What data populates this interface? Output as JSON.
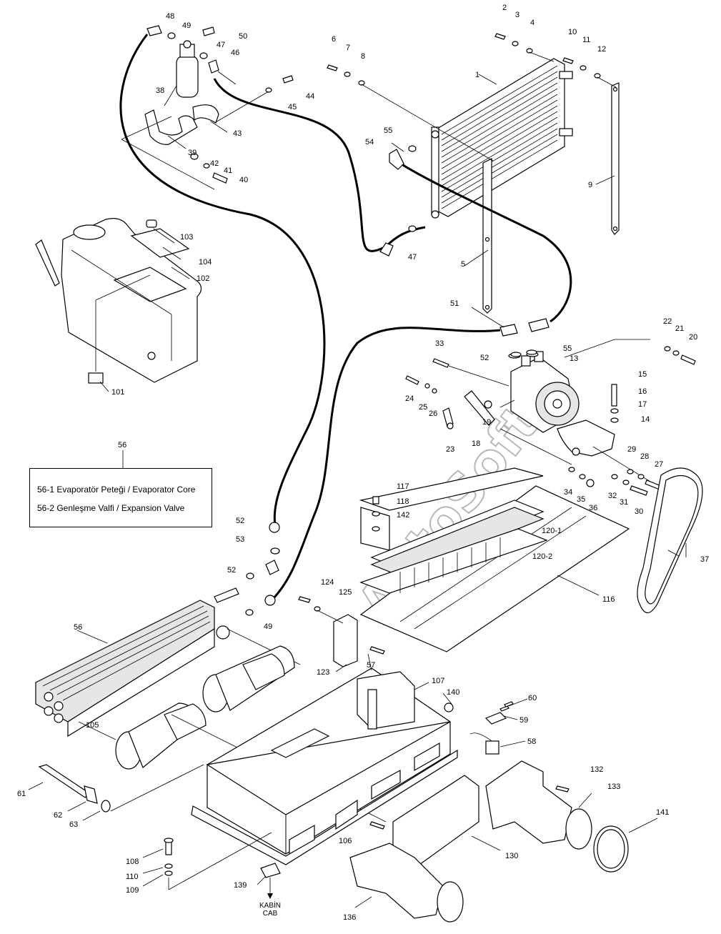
{
  "watermark": "AutoSoft",
  "legend": {
    "title_number": "56",
    "lines": [
      "56-1 Evaporatör Peteği / Evaporator Core",
      "56-2 Genleşme Valfi / Expansion Valve"
    ]
  },
  "cab_label": {
    "line1": "KABİN",
    "line2": "CAB"
  },
  "callouts": {
    "n1": "1",
    "n2": "2",
    "n3": "3",
    "n4": "4",
    "n5": "5",
    "n6": "6",
    "n7": "7",
    "n8": "8",
    "n9": "9",
    "n10": "10",
    "n11": "11",
    "n12": "12",
    "n13": "13",
    "n14": "14",
    "n15": "15",
    "n16": "16",
    "n17": "17",
    "n18": "18",
    "n19": "19",
    "n20": "20",
    "n21": "21",
    "n22": "22",
    "n23": "23",
    "n24": "24",
    "n25": "25",
    "n26": "26",
    "n27": "27",
    "n28": "28",
    "n29": "29",
    "n30": "30",
    "n31": "31",
    "n32": "32",
    "n33": "33",
    "n34": "34",
    "n35": "35",
    "n36": "36",
    "n37": "37",
    "n38": "38",
    "n39": "39",
    "n40": "40",
    "n41": "41",
    "n42": "42",
    "n43": "43",
    "n44": "44",
    "n45": "45",
    "n46": "46",
    "n47a": "47",
    "n47b": "47",
    "n48": "48",
    "n49a": "49",
    "n49b": "49",
    "n50": "50",
    "n51": "51",
    "n52a": "52",
    "n52b": "52",
    "n52c": "52",
    "n53": "53",
    "n54": "54",
    "n55a": "55",
    "n55b": "55",
    "n56": "56",
    "n56b": "56",
    "n57": "57",
    "n58": "58",
    "n59": "59",
    "n60": "60",
    "n61": "61",
    "n62": "62",
    "n63": "63",
    "n101": "101",
    "n102": "102",
    "n103": "103",
    "n104": "104",
    "n105": "105",
    "n106": "106",
    "n107": "107",
    "n108": "108",
    "n109": "109",
    "n110": "110",
    "n116": "116",
    "n117": "117",
    "n118": "118",
    "n120_1": "120-1",
    "n120_2": "120-2",
    "n123": "123",
    "n124": "124",
    "n125": "125",
    "n130": "130",
    "n132": "132",
    "n133": "133",
    "n136": "136",
    "n139": "139",
    "n140": "140",
    "n141": "141",
    "n142": "142"
  }
}
